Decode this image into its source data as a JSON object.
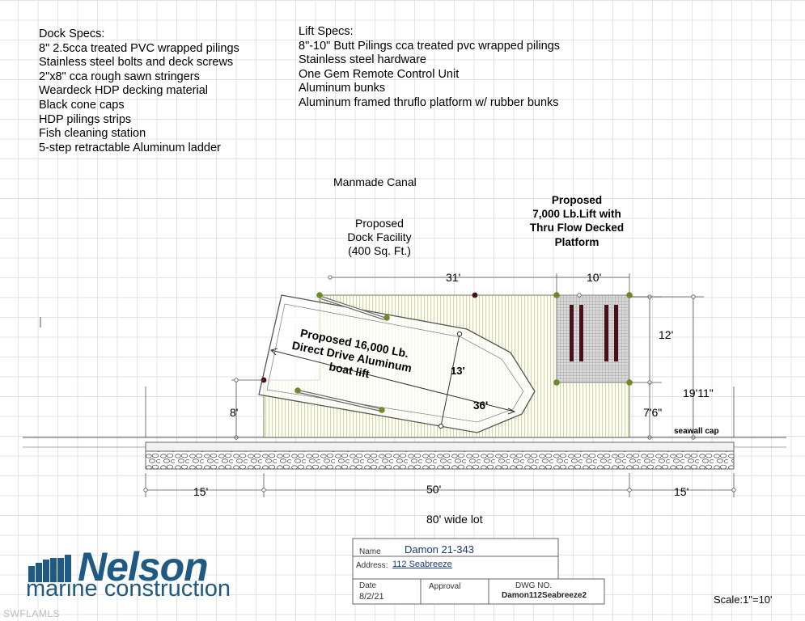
{
  "dock_specs": {
    "title": "Dock Specs:",
    "items": [
      "8\" 2.5cca treated PVC wrapped pilings",
      "Stainless steel bolts and deck screws",
      "2\"x8\" cca rough sawn stringers",
      "Weardeck HDP decking material",
      "Black cone caps",
      "HDP pilings strips",
      "Fish cleaning station",
      "5-step retractable Aluminum ladder"
    ]
  },
  "lift_specs": {
    "title": "Lift Specs:",
    "items": [
      "8\"-10\" Butt Pilings cca treated pvc wrapped pilings",
      "Stainless steel hardware",
      "One Gem Remote Control Unit",
      "Aluminum bunks",
      "Aluminum framed thruflo platform w/ rubber bunks"
    ]
  },
  "plan": {
    "canal_label": "Manmade Canal",
    "dock_label": [
      "Proposed",
      "Dock Facility",
      "(400 Sq. Ft.)"
    ],
    "small_lift_label": [
      "Proposed",
      "7,000 Lb.Lift with",
      "Thru Flow Decked",
      "Platform"
    ],
    "big_lift_label": [
      "Proposed 16,000 Lb.",
      "Direct Drive Aluminum",
      "boat lift"
    ],
    "seawall_label": "seawall cap",
    "lot_label": "80' wide lot",
    "dimensions": {
      "dock_length": "31'",
      "platform_width": "10'",
      "platform_depth": "12'",
      "lift_length": "36'",
      "lift_width": "13'",
      "left_offset": "8'",
      "right_offset": "7'6\"",
      "total_depth": "19'11\"",
      "setback_left": "15'",
      "lot_middle": "50'",
      "setback_right": "15'"
    }
  },
  "title_block": {
    "name_label": "Name",
    "name_value": "Damon  21-343",
    "address_label": "Address:",
    "address_value": "112 Seabreeze",
    "date_label": "Date",
    "date_value": "8/2/21",
    "approval_label": "Approval",
    "dwg_label": "DWG NO.",
    "dwg_value": "Damon112Seabreeze2"
  },
  "scale": "Scale:1\"=10'",
  "company": {
    "name": "Nelson",
    "tagline": "marine construction",
    "brand_color": "#1f5a85"
  },
  "watermark": "SWFLAMLS"
}
